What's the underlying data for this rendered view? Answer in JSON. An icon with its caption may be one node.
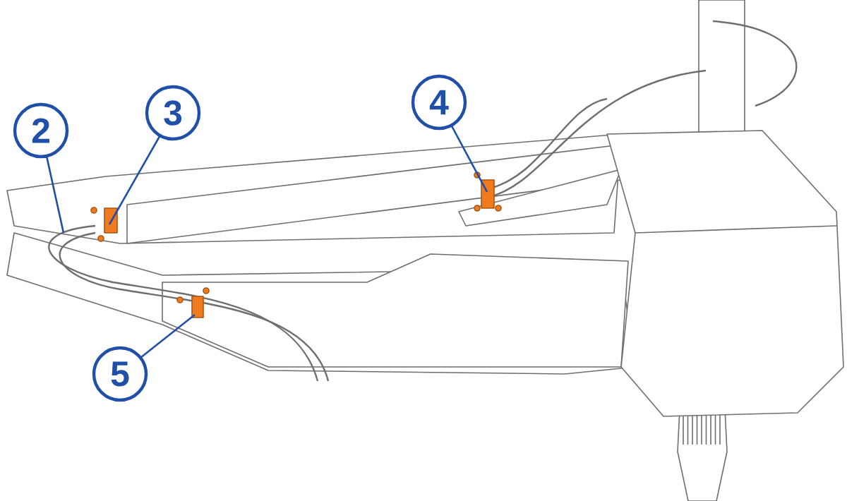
{
  "diagram": {
    "nodes": [
      {
        "text": [
          "2"
        ]
      },
      {
        "text": [
          "3"
        ]
      },
      {
        "text": [
          "4"
        ]
      },
      {
        "text": [
          "5"
        ]
      }
    ],
    "edges": [
      {
        "from": 0,
        "to": null,
        "arrow": "none"
      },
      {
        "from": 1,
        "to": null,
        "arrow": "none"
      },
      {
        "from": 2,
        "to": null,
        "arrow": "none"
      },
      {
        "from": 3,
        "to": null,
        "arrow": "none"
      }
    ]
  }
}
